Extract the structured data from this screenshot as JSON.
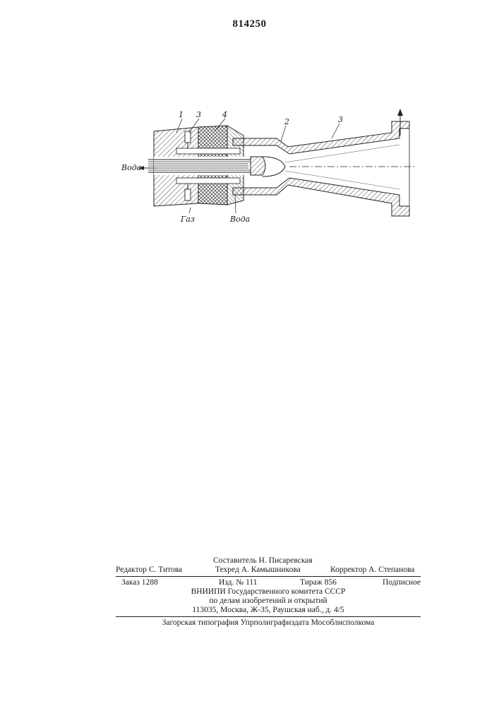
{
  "patent": {
    "number": "814250"
  },
  "drawing": {
    "labels": {
      "part1": "1",
      "part3": "3",
      "part4": "4",
      "part2": "2",
      "part5": "3",
      "water_left": "Вода",
      "gas": "Газ",
      "water_bottom": "Вода"
    }
  },
  "credits": {
    "compiler": "Составитель Н. Писаревская",
    "editor": "Редактор С. Титова",
    "techred": "Техред А. Камышникова",
    "corrector": "Корректор А. Степанова"
  },
  "publication": {
    "order": "Заказ 1288",
    "edition": "Изд. № 111",
    "print_run": "Тираж 856",
    "subscription": "Подписное",
    "org_line1": "ВНИИПИ Государственного комитета СССР",
    "org_line2": "по делам изобретений и открытий",
    "address": "113035, Москва, Ж-35, Раушская наб., д. 4/5"
  },
  "printer": {
    "name": "Загорская типография Упрполиграфиздата Мособлисполкома"
  }
}
